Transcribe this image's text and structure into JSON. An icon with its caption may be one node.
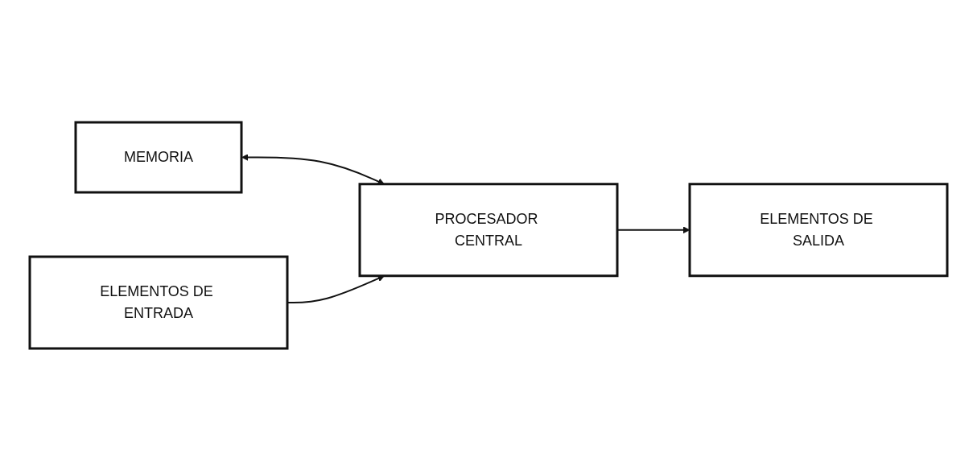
{
  "diagram": {
    "nodes": [
      {
        "text": [
          "MEMORIA"
        ]
      },
      {
        "text": [
          "ELEMENTOS DE ENTRADA"
        ]
      },
      {
        "text": [
          "PROCESADOR CENTRAL"
        ]
      },
      {
        "text": [
          "ELEMENTOS DE SALIDA"
        ]
      }
    ],
    "edges": [
      {
        "from": 0,
        "to": 2,
        "arrow": "both"
      },
      {
        "from": 1,
        "to": 2,
        "arrow": "to"
      },
      {
        "from": 2,
        "to": 3,
        "arrow": "to"
      }
    ]
  }
}
